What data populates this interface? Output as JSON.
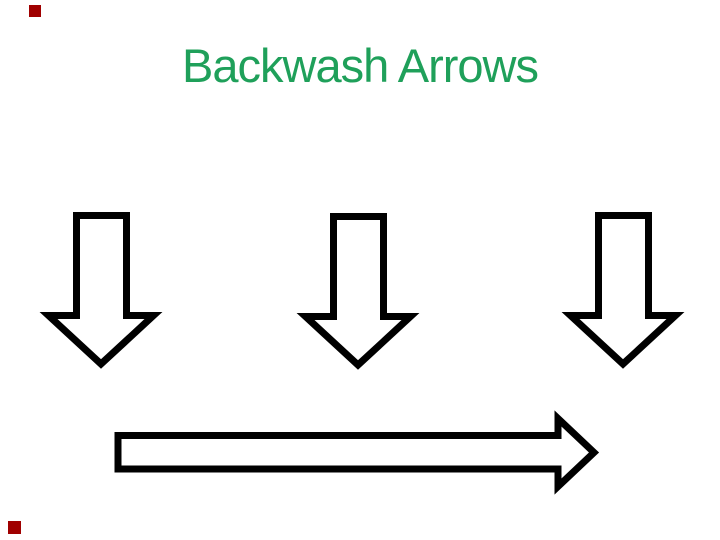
{
  "title": {
    "text": "Backwash Arrows",
    "color": "#1FA05A"
  },
  "colors": {
    "background": "#FFFFFF",
    "shape_stroke": "#000000",
    "shape_fill": "#FFFFFF",
    "corner_marker": "#A00000"
  },
  "shapes": {
    "down_arrows": [
      {
        "name": "down-block-arrow-left"
      },
      {
        "name": "down-block-arrow-center"
      },
      {
        "name": "down-block-arrow-right"
      }
    ],
    "right_arrow": {
      "name": "right-block-arrow"
    },
    "corner_markers": [
      {
        "name": "corner-marker-top-left"
      },
      {
        "name": "corner-marker-bottom-left"
      }
    ]
  }
}
